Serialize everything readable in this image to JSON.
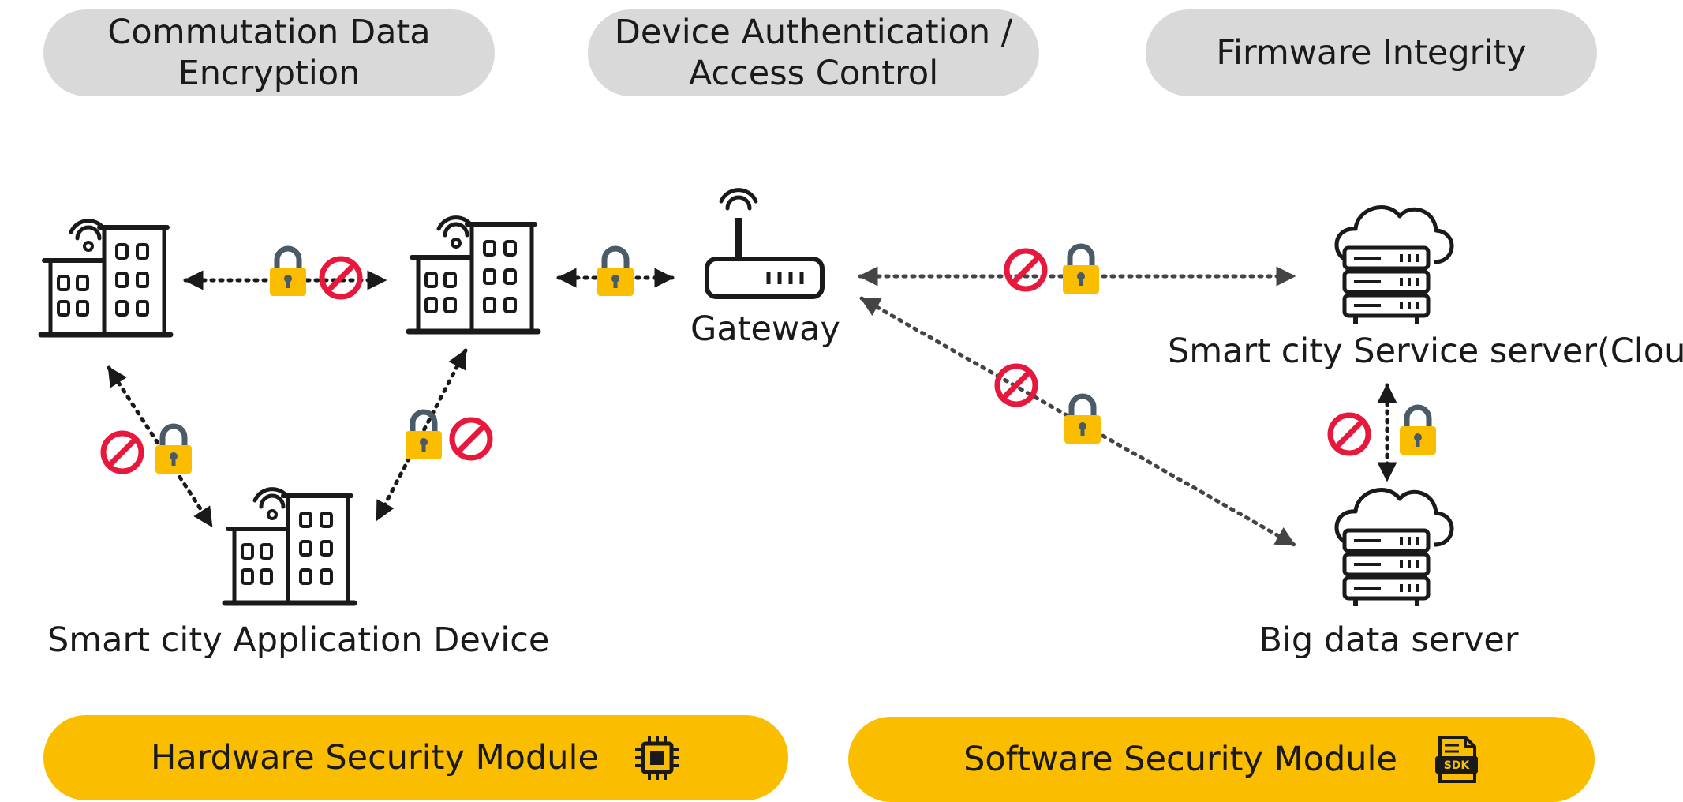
{
  "headers": {
    "encryption": [
      "Commutation Data",
      "Encryption"
    ],
    "authentication": [
      "Device Authentication /",
      "Access Control"
    ],
    "firmware": "Firmware Integrity"
  },
  "labels": {
    "gateway": "Gateway",
    "service_server": "Smart city Service server(Cloud)",
    "device": "Smart city Application Device",
    "bigdata": "Big data server"
  },
  "modules": {
    "hardware": "Hardware Security Module",
    "software": "Software Security Module",
    "sdk_tag": "SDK"
  },
  "icons": {
    "building": "building-wifi-icon",
    "router": "router-icon",
    "server": "cloud-server-icon",
    "lock": "padlock-icon",
    "prohibited": "prohibited-icon",
    "chip": "chip-icon",
    "sdk": "sdk-file-icon"
  },
  "colors": {
    "pill_gray": "#d9d9d9",
    "module_yellow": "#fbbd00",
    "lock_yellow": "#fbbd00",
    "lock_shackle": "#4a5a66",
    "prohibit_red": "#e8173c"
  }
}
